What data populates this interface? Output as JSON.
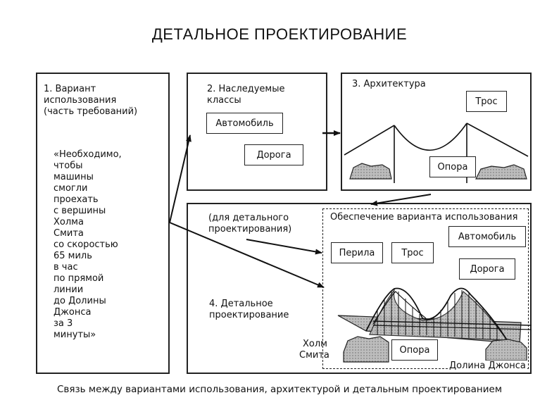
{
  "title": "ДЕТАЛЬНОЕ ПРОЕКТИРОВАНИЕ",
  "box1": {
    "heading": "1. Вариант\nиспользования\n(часть требований)",
    "quote": "«Необходимо,\nчтобы\nмашины\nсмогли\nпроехать\nс вершины\nХолма\nСмита\nсо скоростью\n65 миль\nв час\nпо прямой\nлинии\nдо Долины\nДжонса\nза 3\nминуты»"
  },
  "box2": {
    "heading": "2. Наследуемые\nклассы",
    "car": "Автомобиль",
    "road": "Дорога"
  },
  "box3": {
    "heading": "3. Архитектура",
    "cable": "Трос",
    "support": "Опора"
  },
  "box4": {
    "note": "(для детального\nпроектирования)",
    "heading": "4. Детальное\nпроектирование",
    "hill": "Холм\nСмита",
    "inner_title": "Обеспечение варианта использования",
    "railing": "Перила",
    "cable": "Трос",
    "car": "Автомобиль",
    "road": "Дорога",
    "support": "Опора",
    "valley": "Долина Джонса"
  },
  "caption": "Связь между вариантами использования, архитектурой и детальным проектированием"
}
